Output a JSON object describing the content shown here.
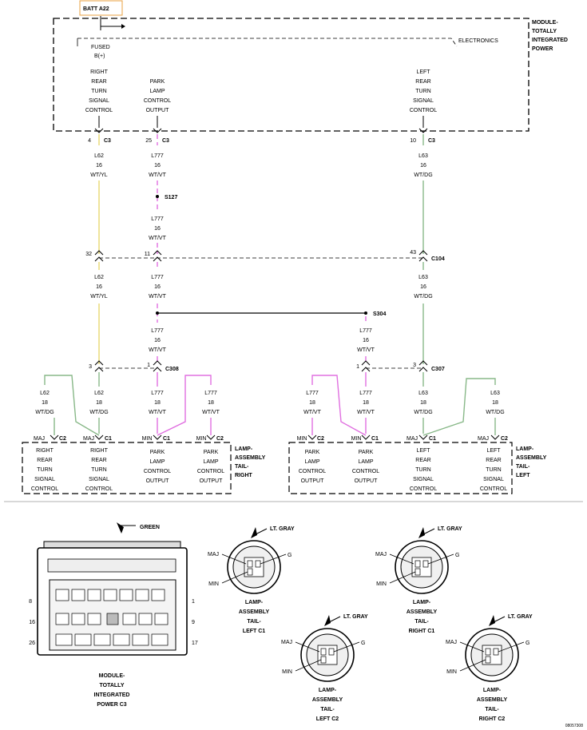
{
  "batt_label": "BATT A22",
  "module": {
    "name_lines": [
      "MODULE-",
      "TOTALLY",
      "INTEGRATED",
      "POWER"
    ],
    "electronics": "ELECTRONICS",
    "fused_lines": [
      "FUSED",
      "B(+)"
    ],
    "outputs": {
      "right": [
        "RIGHT",
        "REAR",
        "TURN",
        "SIGNAL",
        "CONTROL"
      ],
      "park": [
        "PARK",
        "LAMP",
        "CONTROL",
        "OUTPUT"
      ],
      "left": [
        "LEFT",
        "REAR",
        "TURN",
        "SIGNAL",
        "CONTROL"
      ]
    },
    "pins": [
      {
        "num": "4",
        "conn": "C3"
      },
      {
        "num": "25",
        "conn": "C3"
      },
      {
        "num": "10",
        "conn": "C3"
      }
    ]
  },
  "wires": {
    "top": [
      [
        "L62",
        "16",
        "WT/YL"
      ],
      [
        "L777",
        "16",
        "WT/VT"
      ],
      [
        "L63",
        "16",
        "WT/DG"
      ]
    ],
    "s127_wire": [
      "L777",
      "16",
      "WT/VT"
    ],
    "mid": [
      [
        "L62",
        "16",
        "WT/YL"
      ],
      [
        "L777",
        "16",
        "WT/VT"
      ],
      [
        "L63",
        "16",
        "WT/DG"
      ]
    ],
    "low": [
      [
        "L777",
        "16",
        "WT/VT"
      ],
      [
        "L777",
        "16",
        "WT/VT"
      ]
    ],
    "right_lamp": [
      [
        "L62",
        "18",
        "WT/DG"
      ],
      [
        "L62",
        "18",
        "WT/DG"
      ],
      [
        "L777",
        "18",
        "WT/VT"
      ],
      [
        "L777",
        "18",
        "WT/VT"
      ]
    ],
    "left_lamp": [
      [
        "L777",
        "18",
        "WT/VT"
      ],
      [
        "L777",
        "18",
        "WT/VT"
      ],
      [
        "L63",
        "18",
        "WT/DG"
      ],
      [
        "L63",
        "18",
        "WT/DG"
      ]
    ]
  },
  "splices": {
    "s127": "S127",
    "s304": "S304"
  },
  "connectors": {
    "c104": {
      "name": "C104",
      "pins": [
        "32",
        "11",
        "43"
      ]
    },
    "c308": {
      "name": "C308",
      "pins": [
        "3",
        "1"
      ]
    },
    "c307": {
      "name": "C307",
      "pins": [
        "1",
        "3"
      ]
    }
  },
  "lamp_right": {
    "name_lines": [
      "LAMP-",
      "ASSEMBLY",
      "TAIL-",
      "RIGHT"
    ],
    "pins": [
      {
        "func": "MAJ",
        "conn": "C2",
        "text": [
          "RIGHT",
          "REAR",
          "TURN",
          "SIGNAL",
          "CONTROL"
        ]
      },
      {
        "func": "MAJ",
        "conn": "C1",
        "text": [
          "RIGHT",
          "REAR",
          "TURN",
          "SIGNAL",
          "CONTROL"
        ]
      },
      {
        "func": "MIN",
        "conn": "C1",
        "text": [
          "PARK",
          "LAMP",
          "CONTROL",
          "OUTPUT"
        ]
      },
      {
        "func": "MIN",
        "conn": "C2",
        "text": [
          "PARK",
          "LAMP",
          "CONTROL",
          "OUTPUT"
        ]
      }
    ]
  },
  "lamp_left": {
    "name_lines": [
      "LAMP-",
      "ASSEMBLY",
      "TAIL-",
      "LEFT"
    ],
    "pins": [
      {
        "func": "MIN",
        "conn": "C2",
        "text": [
          "PARK",
          "LAMP",
          "CONTROL",
          "OUTPUT"
        ]
      },
      {
        "func": "MIN",
        "conn": "C1",
        "text": [
          "PARK",
          "LAMP",
          "CONTROL",
          "OUTPUT"
        ]
      },
      {
        "func": "MAJ",
        "conn": "C1",
        "text": [
          "LEFT",
          "REAR",
          "TURN",
          "SIGNAL",
          "CONTROL"
        ]
      },
      {
        "func": "MAJ",
        "conn": "C2",
        "text": [
          "LEFT",
          "REAR",
          "TURN",
          "SIGNAL",
          "CONTROL"
        ]
      }
    ]
  },
  "views": {
    "tip": {
      "color": "GREEN",
      "pins_left": [
        "8",
        "16",
        "26"
      ],
      "pins_right": [
        "1",
        "9",
        "17"
      ],
      "title_lines": [
        "MODULE-",
        "TOTALLY",
        "INTEGRATED",
        "POWER C3"
      ]
    },
    "round": [
      {
        "color": "LT. GRAY",
        "labels": [
          "MAJ",
          "G",
          "MIN"
        ],
        "title_lines": [
          "LAMP-",
          "ASSEMBLY",
          "TAIL-",
          "LEFT C1"
        ]
      },
      {
        "color": "LT. GRAY",
        "labels": [
          "MAJ",
          "G",
          "MIN"
        ],
        "title_lines": [
          "LAMP-",
          "ASSEMBLY",
          "TAIL-",
          "RIGHT C1"
        ]
      },
      {
        "color": "LT. GRAY",
        "labels": [
          "MAJ",
          "G",
          "MIN"
        ],
        "title_lines": [
          "LAMP-",
          "ASSEMBLY",
          "TAIL-",
          "LEFT C2"
        ]
      },
      {
        "color": "LT. GRAY",
        "labels": [
          "MAJ",
          "G",
          "MIN"
        ],
        "title_lines": [
          "LAMP-",
          "ASSEMBLY",
          "TAIL-",
          "RIGHT C2"
        ]
      }
    ]
  },
  "figure_id": "08057308",
  "colors": {
    "yellow_wire": "#e8d870",
    "violet_wire": "#e070e0",
    "green_wire": "#88b888",
    "batt_border": "#e8a040"
  }
}
